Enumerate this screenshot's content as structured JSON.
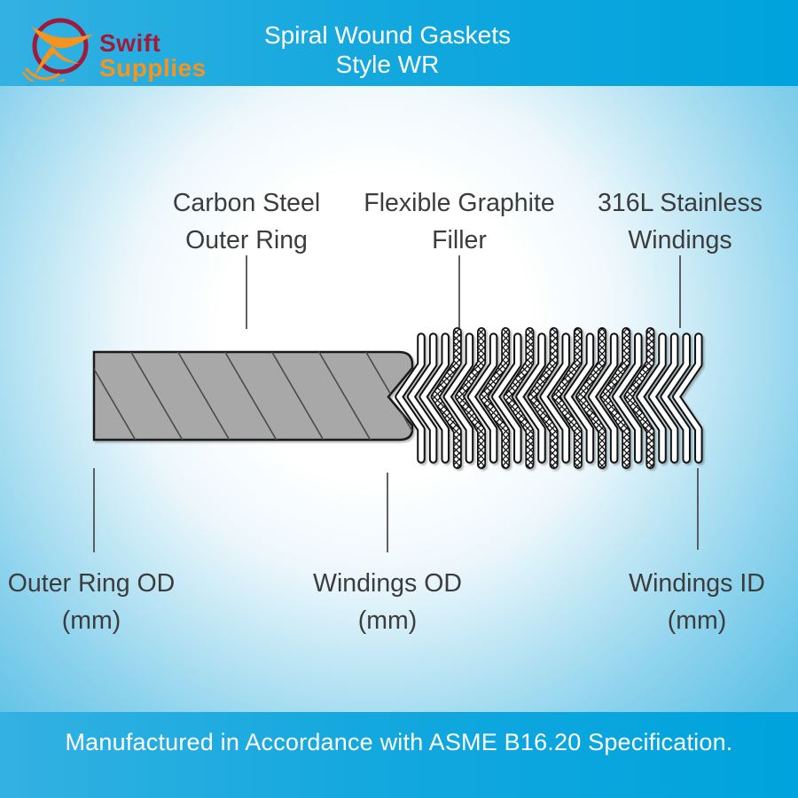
{
  "header": {
    "brand": {
      "line1": "Swift",
      "line2": "Supplies"
    },
    "title": {
      "line1": "Spiral Wound Gaskets",
      "line2": "Style WR"
    }
  },
  "diagram": {
    "top_labels": [
      {
        "line1": "Carbon Steel",
        "line2": "Outer Ring"
      },
      {
        "line1": "Flexible Graphite",
        "line2": "Filler"
      },
      {
        "line1": "316L Stainless",
        "line2": "Windings"
      }
    ],
    "bottom_labels": [
      {
        "line1": "Outer Ring OD",
        "line2": "(mm)"
      },
      {
        "line1": "Windings OD",
        "line2": "(mm)"
      },
      {
        "line1": "Windings ID",
        "line2": "(mm)"
      }
    ],
    "windings": {
      "count": 24,
      "filler_indices": [
        3,
        5,
        7,
        9,
        11,
        13,
        15,
        17,
        19
      ]
    }
  },
  "footer": {
    "text": "Manufactured in Accordance with ASME B16.20 Specification."
  },
  "colors": {
    "accent_cyan": "#00A3DD",
    "header_cyan_light": "#33B1E2",
    "brand_crimson": "#9E1B3B",
    "brand_orange": "#F7941E",
    "ring_gray": "#A8A8A8",
    "label_gray": "#3C3C3C"
  }
}
